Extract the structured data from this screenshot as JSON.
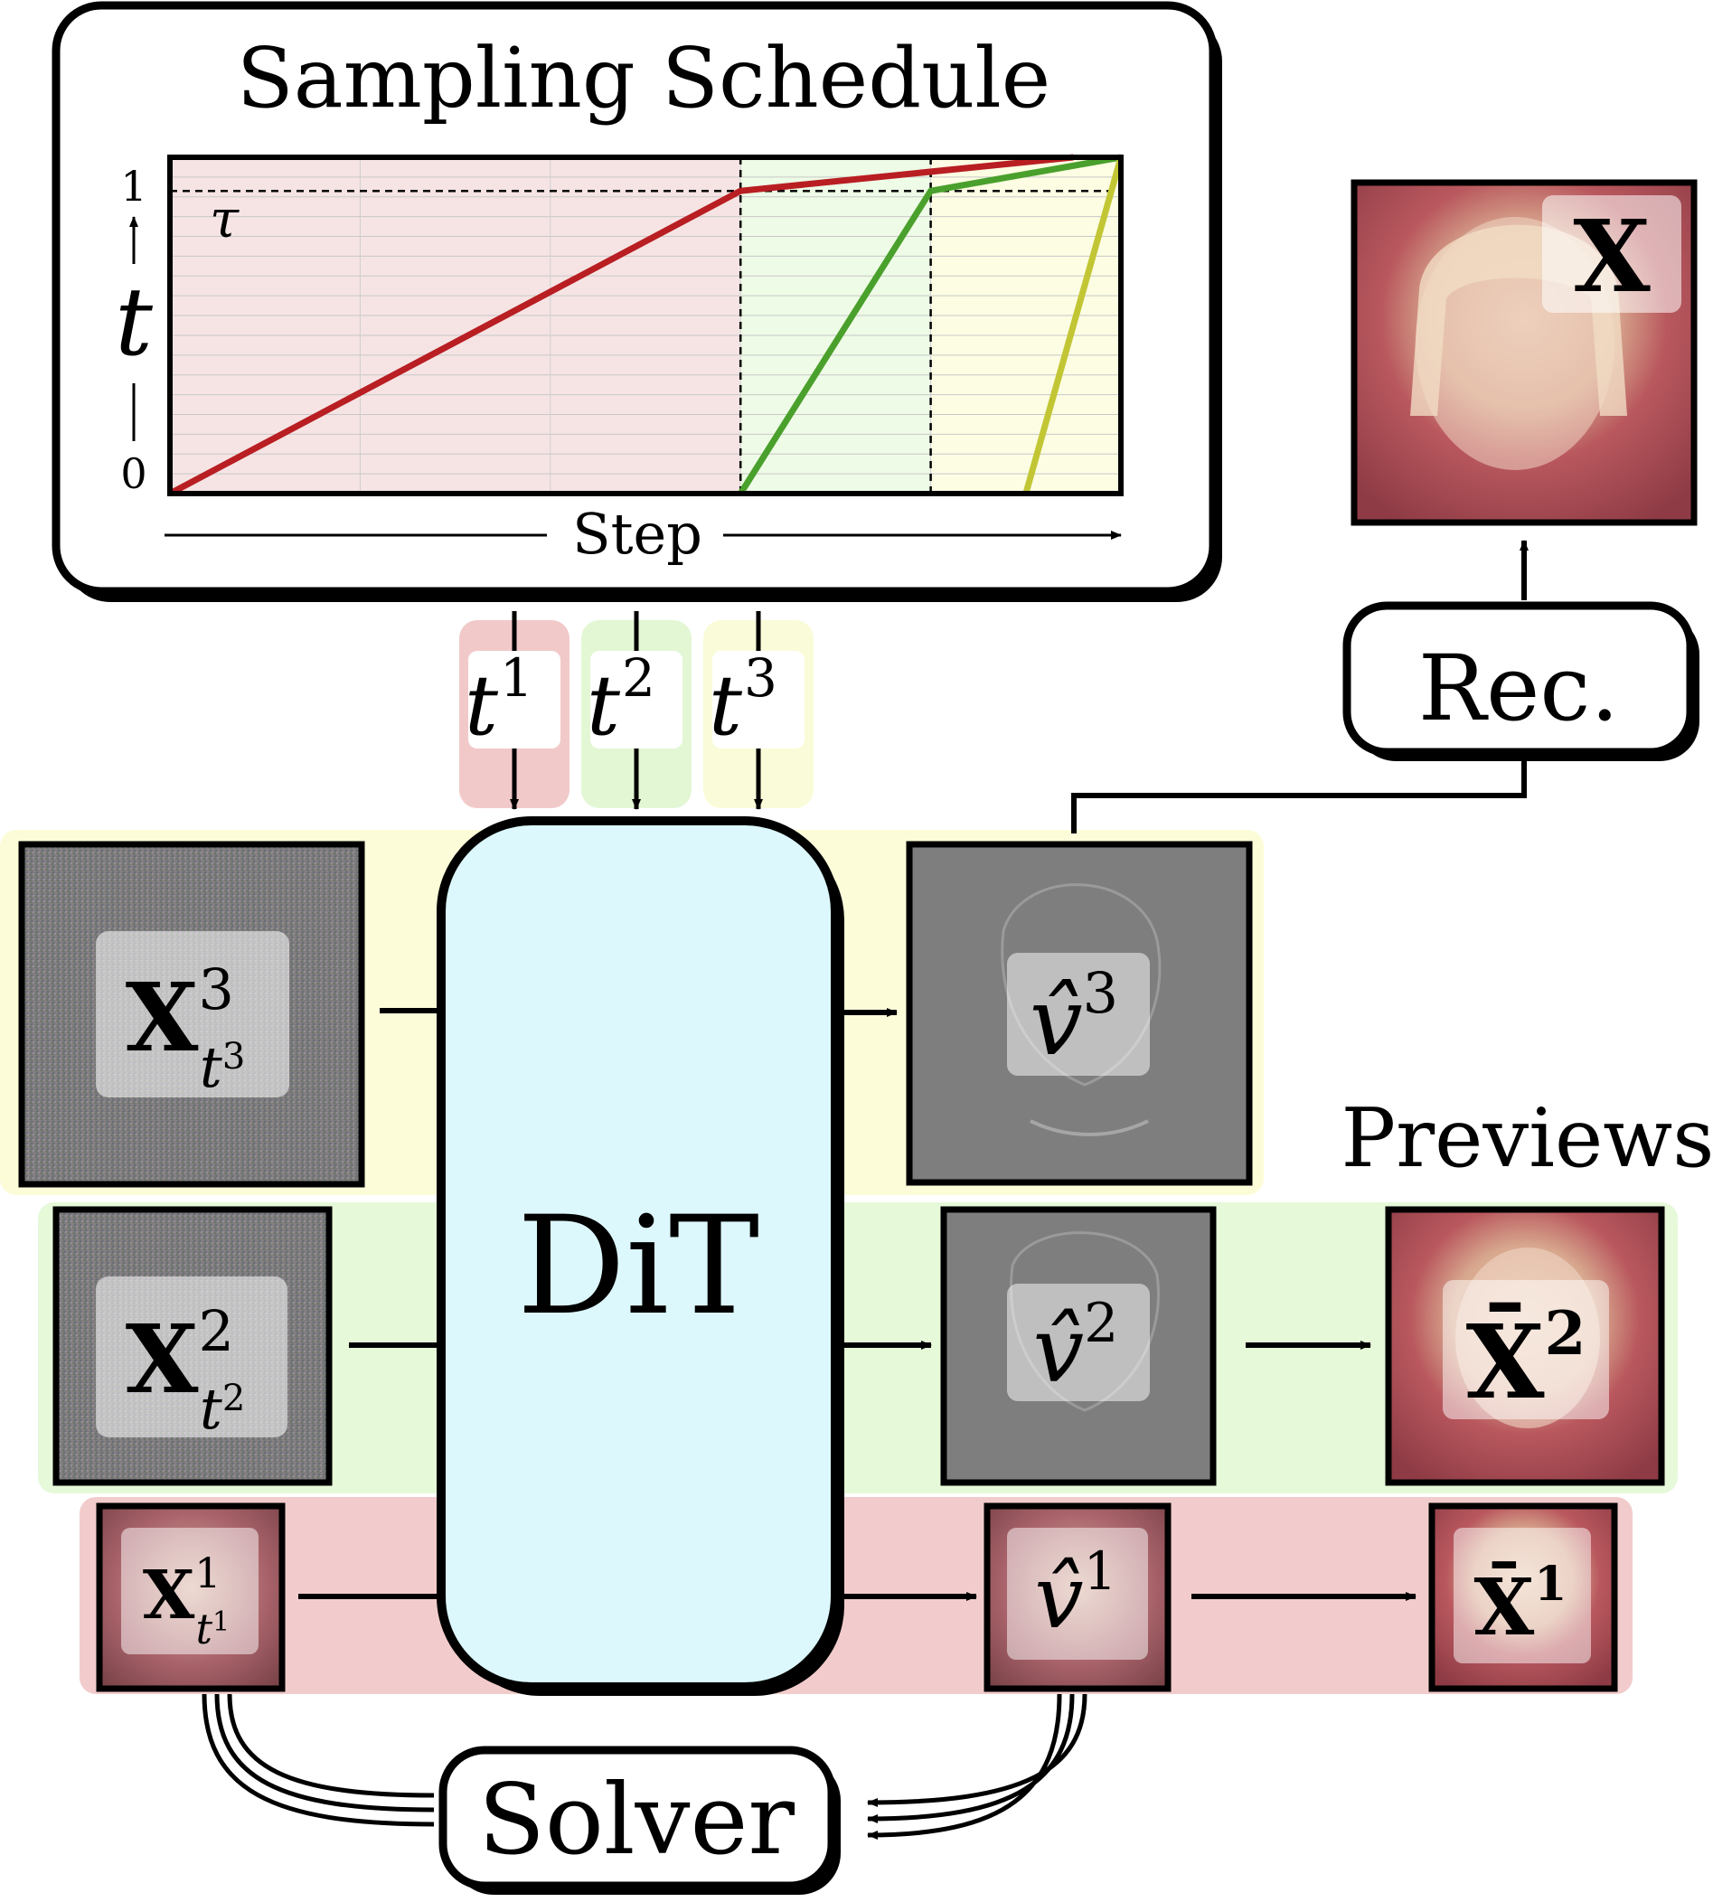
{
  "schedule": {
    "title": "Sampling Schedule",
    "y_axis_label": "t",
    "y_tick_low": "0",
    "y_tick_high": "1",
    "tau_label": "τ",
    "x_axis_label": "Step"
  },
  "chart_data": {
    "type": "line",
    "title": "Sampling Schedule",
    "xlabel": "Step",
    "ylabel": "t",
    "xlim": [
      0,
      1
    ],
    "ylim": [
      0,
      1
    ],
    "tau": 0.9,
    "grid": true,
    "series": [
      {
        "color": "#b81e22",
        "x": [
          0,
          0.6,
          0.95
        ],
        "y": [
          0,
          0.9,
          1.0
        ]
      },
      {
        "color": "#4aa02c",
        "x": [
          0.6,
          0.8,
          1.0
        ],
        "y": [
          0,
          0.9,
          1.0
        ]
      },
      {
        "color": "#c2c634",
        "x": [
          0.9,
          1.0
        ],
        "y": [
          0,
          1.0
        ]
      }
    ]
  },
  "timesteps": [
    {
      "base": "t",
      "sup": "1",
      "color": "#f2c9c9"
    },
    {
      "base": "t",
      "sup": "2",
      "color": "#e3f7d5"
    },
    {
      "base": "t",
      "sup": "3",
      "color": "#fafcd9"
    }
  ],
  "model_label": "DiT",
  "inputs": [
    {
      "base": "X",
      "sup": "3",
      "sub": "t",
      "subsup": "3"
    },
    {
      "base": "X",
      "sup": "2",
      "sub": "t",
      "subsup": "2"
    },
    {
      "base": "X",
      "sup": "1",
      "sub": "t",
      "subsup": "1"
    }
  ],
  "velocities": [
    {
      "base": "v̂",
      "sup": "3"
    },
    {
      "base": "v̂",
      "sup": "2"
    },
    {
      "base": "v̂",
      "sup": "1"
    }
  ],
  "previews_label": "Previews",
  "previews": [
    {
      "base": "X̄",
      "sup": "2"
    },
    {
      "base": "X̄",
      "sup": "1"
    }
  ],
  "reconstruction_label": "Rec.",
  "output_label": "X",
  "solver_label": "Solver",
  "colors": {
    "row3_band": "#fcfcd9",
    "row2_band": "#e6f9d8",
    "row1_band": "#f2cccc",
    "dit_fill": "#dcf8fc",
    "plot_red": "#f6e4e4",
    "plot_green": "#eefbe6",
    "plot_yellow": "#fcfde3"
  }
}
